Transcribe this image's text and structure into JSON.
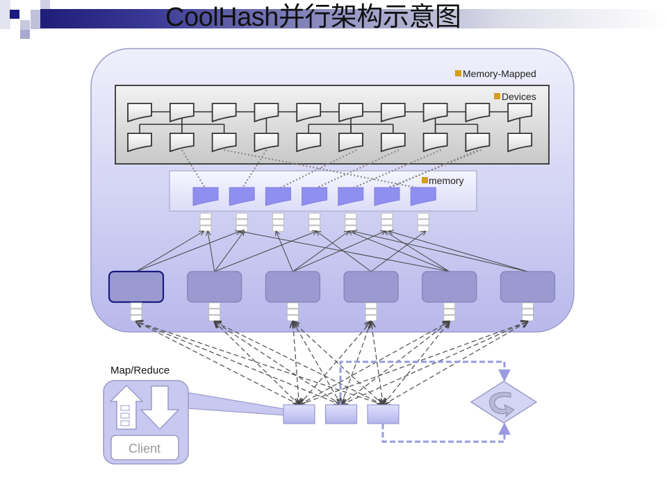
{
  "title": "CoolHash并行架构示意图",
  "colors": {
    "title_dark": "#1e1e78",
    "container_fill": "#c8c8f0",
    "node_fill": "#9a9ad0",
    "node_highlight_border": "#1a1a80",
    "memory_block_fill": "#8f8ff0",
    "devices_fill": "#d9d9d9",
    "legend_marker": "#d4a017",
    "dashed_line": "#555555",
    "flow_dashed": "#9a9ae0"
  },
  "labels": {
    "memory_mapped": "Memory-Mapped",
    "devices": "Devices",
    "memory": "memory",
    "map_reduce": "Map/Reduce",
    "client": "Client"
  },
  "diagram": {
    "device_columns": 10,
    "device_rows": 2,
    "memory_blocks": 7,
    "worker_nodes": 6,
    "client_tasks": 3,
    "highlighted_worker_index": 0,
    "worker_to_memory_links": [
      [
        0,
        0
      ],
      [
        0,
        1
      ],
      [
        1,
        0
      ],
      [
        1,
        1
      ],
      [
        1,
        3
      ],
      [
        2,
        2
      ],
      [
        2,
        4
      ],
      [
        2,
        5
      ],
      [
        3,
        3
      ],
      [
        3,
        6
      ],
      [
        4,
        4
      ],
      [
        4,
        5
      ],
      [
        4,
        1
      ],
      [
        5,
        5
      ],
      [
        5,
        4
      ]
    ]
  }
}
